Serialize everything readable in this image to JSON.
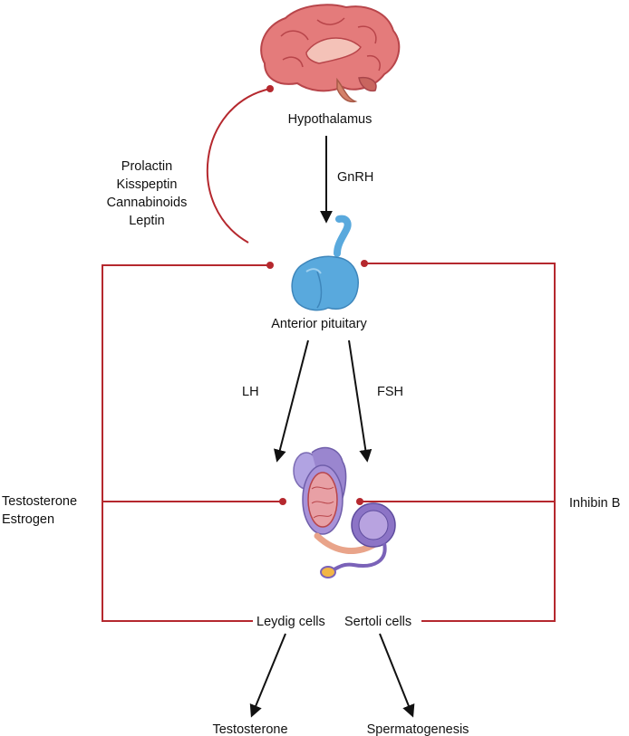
{
  "labels": {
    "hypothalamus": "Hypothalamus",
    "gnrh": "GnRH",
    "inhibitors": [
      "Prolactin",
      "Kisspeptin",
      "Cannabinoids",
      "Leptin"
    ],
    "anterior_pituitary": "Anterior pituitary",
    "lh": "LH",
    "fsh": "FSH",
    "testosterone_estrogen": [
      "Testosterone",
      "Estrogen"
    ],
    "inhibin_b": "Inhibin B",
    "leydig_cells": "Leydig cells",
    "sertoli_cells": "Sertoli cells",
    "testosterone": "Testosterone",
    "spermatogenesis": "Spermatogenesis"
  },
  "icons": {
    "brain": "brain-icon",
    "pituitary": "pituitary-gland-icon",
    "testis": "testis-icon"
  },
  "colors": {
    "feedback": "#b5282e",
    "arrow": "#111111",
    "brain": "#e47b7b",
    "pituitary": "#59a9dd",
    "testis": "#9a86cf"
  }
}
